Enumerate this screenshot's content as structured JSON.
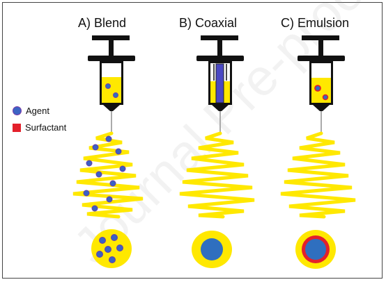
{
  "figure": {
    "titles": {
      "blend": "A) Blend",
      "coaxial": "B) Coaxial",
      "emulsion": "C) Emulsion"
    },
    "legend": {
      "agent": "Agent",
      "surfactant": "Surfactant"
    },
    "watermark": "Journal Pre-proof",
    "colors": {
      "solution": "#ffe800",
      "agent": "#2f6fbf",
      "surfactant": "#e3202b",
      "syringe": "#111111"
    }
  }
}
